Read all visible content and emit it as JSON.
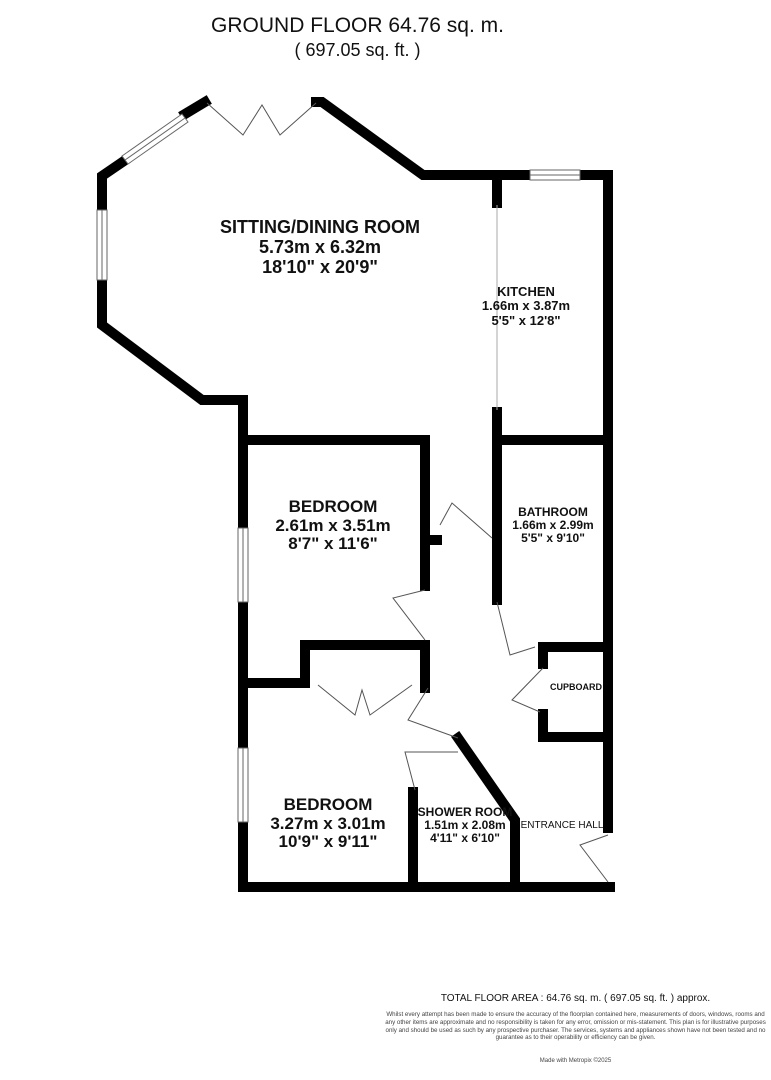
{
  "header": {
    "floor_title": "GROUND FLOOR 64.76 sq. m.",
    "floor_sub": "( 697.05 sq. ft. )"
  },
  "rooms": [
    {
      "name": "SITTING/DINING ROOM",
      "metric": "5.73m x 6.32m",
      "imperial": "18'10\" x 20'9\""
    },
    {
      "name": "KITCHEN",
      "metric": "1.66m x 3.87m",
      "imperial": "5'5\" x 12'8\""
    },
    {
      "name": "BEDROOM",
      "metric": "2.61m x 3.51m",
      "imperial": "8'7\" x 11'6\""
    },
    {
      "name": "BATHROOM",
      "metric": "1.66m x 2.99m",
      "imperial": "5'5\" x 9'10\""
    },
    {
      "name": "CUPBOARD"
    },
    {
      "name": "BEDROOM",
      "metric": "3.27m x 3.01m",
      "imperial": "10'9\" x 9'11\""
    },
    {
      "name": "SHOWER ROOM",
      "metric": "1.51m x 2.08m",
      "imperial": "4'11\" x 6'10\""
    },
    {
      "name": "ENTRANCE HALL"
    }
  ],
  "footer": {
    "total": "TOTAL FLOOR AREA : 64.76 sq. m. ( 697.05 sq. ft. ) approx.",
    "disclaimer": "Whilst every attempt has been made to ensure the accuracy of the floorplan contained here, measurements of doors, windows, rooms and any other items are approximate and no responsibility is taken for any error, omission or mis-statement. This plan is for illustrative purposes only and should be used as such by any prospective purchaser. The services, systems and appliances shown have not been tested and no guarantee as to their operability or efficiency can be given.",
    "made_with": "Made with Metropix ©2025"
  },
  "colors": {
    "wall": "#000000",
    "line": "#888888"
  }
}
